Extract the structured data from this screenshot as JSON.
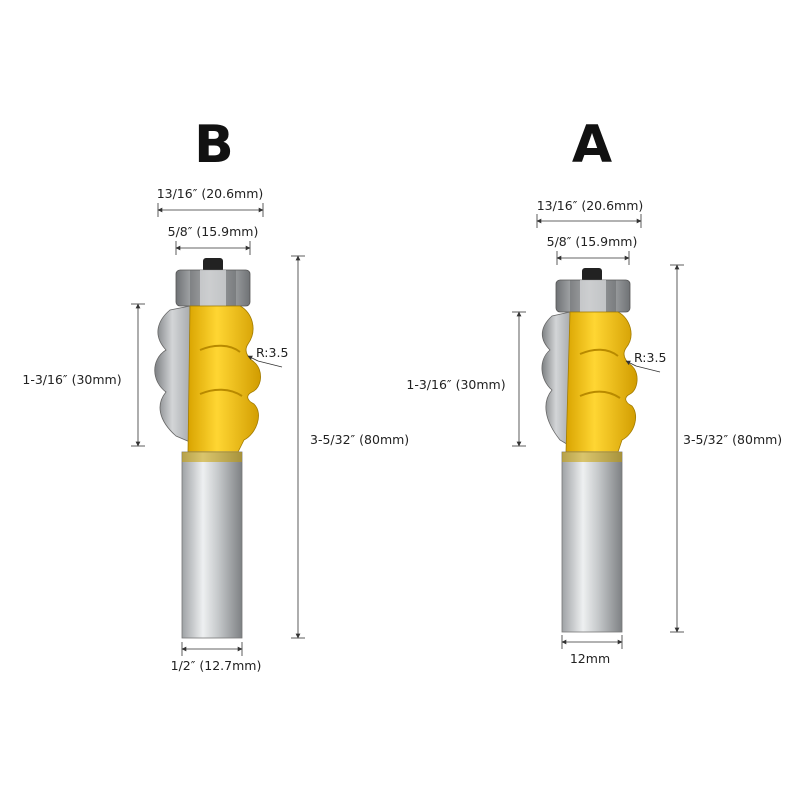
{
  "colors": {
    "yellow": "#f5c518",
    "yellow_dark": "#c99a00",
    "steel": "#c8cacc",
    "steel_dark": "#8e9194",
    "bearing": "#9a9da0",
    "dim_line": "#333333"
  },
  "bits": [
    {
      "label": "B",
      "cut_width": "13/16″  (20.6mm)",
      "bearing_width": "5/8″  (15.9mm)",
      "cut_height": "1-3/16″  (30mm)",
      "radius": "R:3.5",
      "overall_length": "3-5/32″  (80mm)",
      "shank": "1/2″  (12.7mm)"
    },
    {
      "label": "A",
      "cut_width": "13/16″  (20.6mm)",
      "bearing_width": "5/8″  (15.9mm)",
      "cut_height": "1-3/16″  (30mm)",
      "radius": "R:3.5",
      "overall_length": "3-5/32″  (80mm)",
      "shank": "12mm"
    }
  ]
}
